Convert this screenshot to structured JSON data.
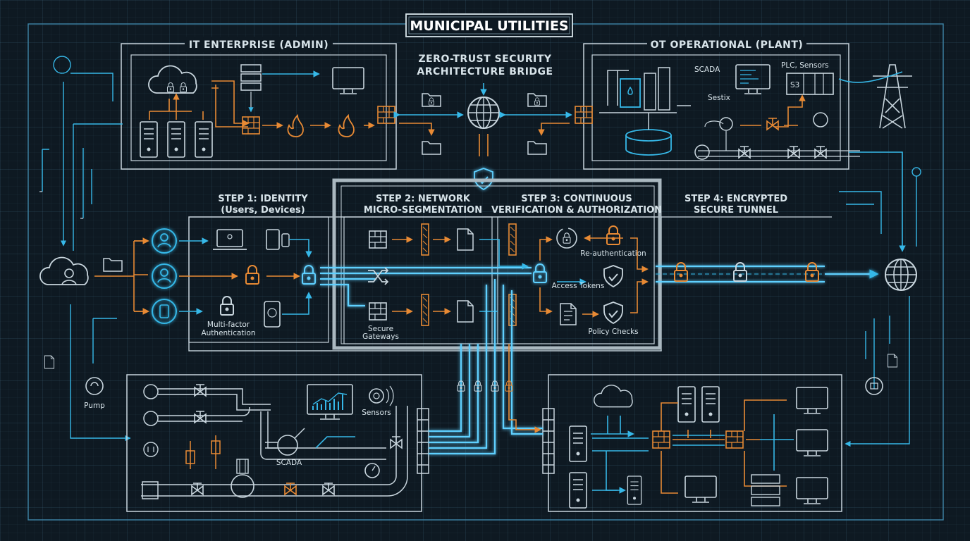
{
  "title": "MUNICIPAL UTILITIES",
  "bridge_title": [
    "ZERO-TRUST SECURITY",
    "ARCHITECTURE BRIDGE"
  ],
  "sections": {
    "it": "IT ENTERPRISE (ADMIN)",
    "ot": "OT OPERATIONAL (PLANT)"
  },
  "ot_labels": {
    "scada": "SCADA",
    "plc": "PLC, Sensors",
    "sestix": "Sestix",
    "plc_code": "S3"
  },
  "steps": {
    "step1": [
      "STEP 1: IDENTITY",
      "(Users, Devices)"
    ],
    "step2": [
      "STEP 2: NETWORK",
      "MICRO-SEGMENTATION"
    ],
    "step3": [
      "STEP 3: CONTINUOUS",
      "VERIFICATION & AUTHORIZATION"
    ],
    "step4": [
      "STEP 4: ENCRYPTED",
      "SECURE TUNNEL"
    ]
  },
  "captions": {
    "mfa": [
      "Multi-factor",
      "Authentication"
    ],
    "gateways": [
      "Secure",
      "Gateways"
    ],
    "reauth": "Re-authentication",
    "tokens": "Access Tokens",
    "policy": "Policy Checks",
    "pump": "Pump",
    "sensors": "Sensors",
    "scada_bottom": "SCADA"
  },
  "icons": [
    "cloud-icon",
    "server-icon",
    "firewall-icon",
    "flame-icon",
    "monitor-icon",
    "folder-icon",
    "globe-icon",
    "shield-icon",
    "lock-icon",
    "user-icon",
    "laptop-icon",
    "tablet-icon",
    "phone-icon",
    "shuffle-icon",
    "document-icon",
    "valve-icon",
    "tank-icon",
    "power-tower-icon",
    "chart-icon"
  ],
  "colors": {
    "background": "#0e1922",
    "cyan": "#36b8e8",
    "orange": "#e88a34",
    "outline": "#c9d6de"
  }
}
